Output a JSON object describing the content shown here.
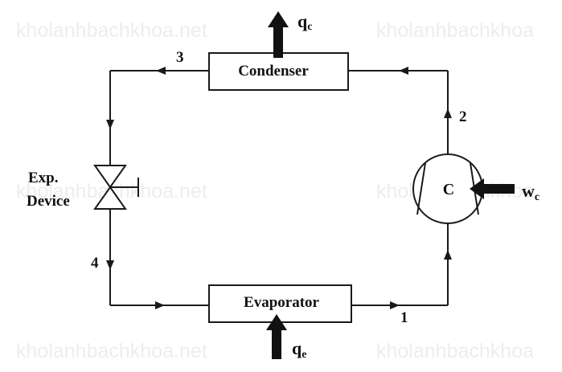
{
  "watermarks": {
    "text": "kholanhbachkhoa.net",
    "text_cut": "kholanhbachkhoa"
  },
  "components": {
    "condenser": "Condenser",
    "evaporator": "Evaporator",
    "compressor": "C",
    "expansion_device_line1": "Exp.",
    "expansion_device_line2": "Device"
  },
  "states": {
    "s1": "1",
    "s2": "2",
    "s3": "3",
    "s4": "4"
  },
  "heat_work": {
    "qc_main": "q",
    "qc_sub": "c",
    "qe_main": "q",
    "qe_sub": "e",
    "wc_main": "w",
    "wc_sub": "c"
  },
  "colors": {
    "line": "#1a1a1a",
    "watermark": "#ecedf2"
  }
}
